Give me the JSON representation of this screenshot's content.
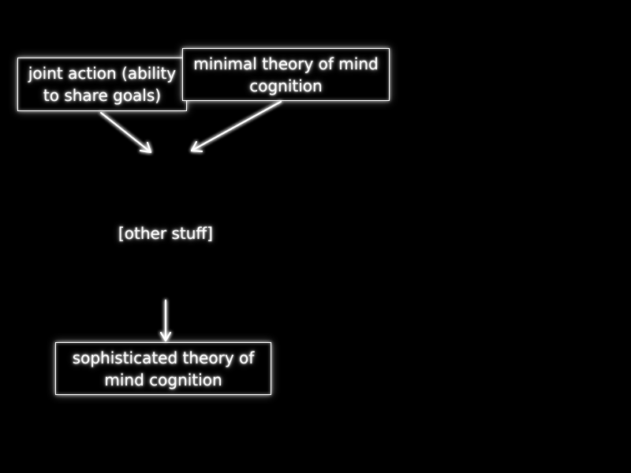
{
  "diagram": {
    "nodes": {
      "joint_action": "joint action (ability to share goals)",
      "minimal_theory": "minimal theory of mind cognition",
      "other_stuff": "[other stuff]",
      "sophisticated_theory": "sophisticated theory of mind cognition"
    },
    "edges": [
      {
        "from": "joint_action",
        "to": "other_stuff"
      },
      {
        "from": "minimal_theory",
        "to": "other_stuff"
      },
      {
        "from": "other_stuff",
        "to": "sophisticated_theory"
      }
    ],
    "colors": {
      "background": "#000000",
      "foreground": "#ffffff"
    }
  }
}
